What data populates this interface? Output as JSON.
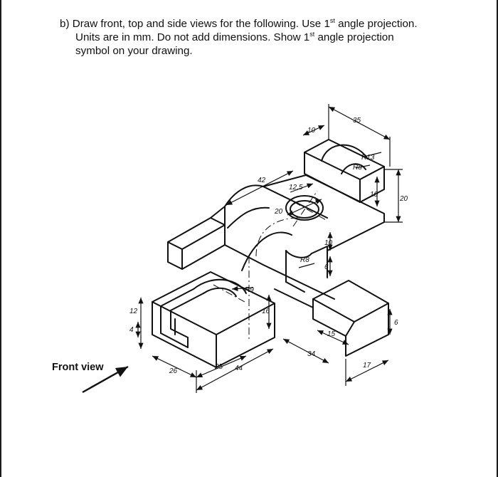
{
  "question": {
    "prefix": "b)",
    "line1_a": "Draw front, top and side views for the following. Use 1",
    "line1_sup": "st",
    "line1_b": " angle projection.",
    "line2_a": "Units are in mm. Do not add dimensions. Show 1",
    "line2_sup": "st",
    "line2_b": " angle projection",
    "line3": "symbol on your drawing."
  },
  "front_view_label": "Front view",
  "dims": {
    "d35": "35",
    "d10_top": "10",
    "r13": "R13",
    "r8_top": "R8",
    "d12_5": "12,5",
    "d42": "42",
    "d20_hole": "20",
    "d10_right": "10",
    "d20_right": "20",
    "d10_mid": "10",
    "r8_mid": "R8",
    "d6_mid": "6",
    "r9": "R9",
    "d16": "16",
    "d12": "12",
    "d4": "4",
    "d26": "26",
    "d25": "25",
    "d44": "44",
    "d15": "15",
    "d34": "34",
    "d17": "17",
    "d6_right": "6"
  }
}
